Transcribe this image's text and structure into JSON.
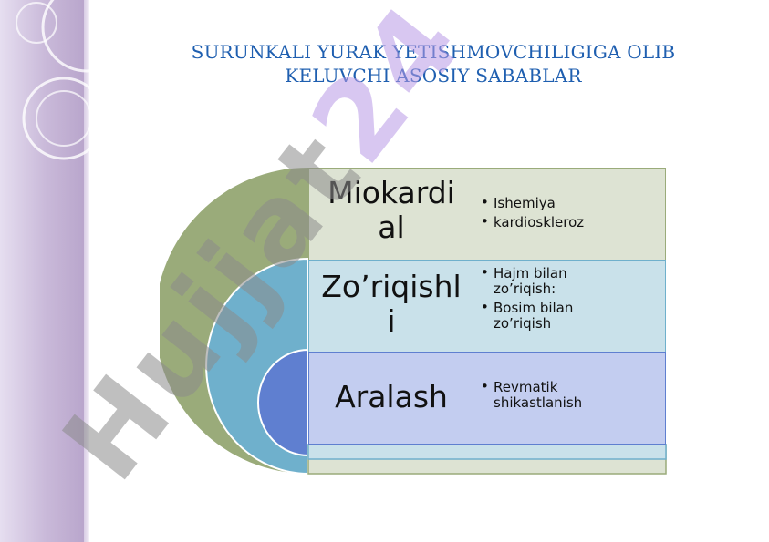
{
  "title": {
    "line1": "SURUNKALI YURAK YETISHMOVCHILIGIGA OLIB",
    "line2": "KELUVCHI ASOSIY SABABLAR"
  },
  "rows": [
    {
      "label_line1": "Miokardi",
      "label_line2": "al",
      "bullets": [
        "Ishemiya",
        "kardioskleroz"
      ]
    },
    {
      "label_line1": "Zo’riqishl",
      "label_line2": "i",
      "bullets": [
        "Hajm bilan zo’riqish:",
        "Bosim bilan zo’riqish"
      ]
    },
    {
      "label_line1": "Aralash",
      "label_line2": "",
      "bullets": [
        "Revmatik shikastlanish"
      ]
    }
  ],
  "watermark": "Hujjat24",
  "colors": {
    "title": "#1f5fb0",
    "ring_outer": "#9aab7a",
    "ring_middle": "#6fb0cc",
    "ring_inner": "#5f7fd0",
    "row1_bg": "#dde3d3",
    "row2_bg": "#c9e1ea",
    "row3_bg": "#c3cdf0",
    "watermark": "#8c8c8c"
  }
}
